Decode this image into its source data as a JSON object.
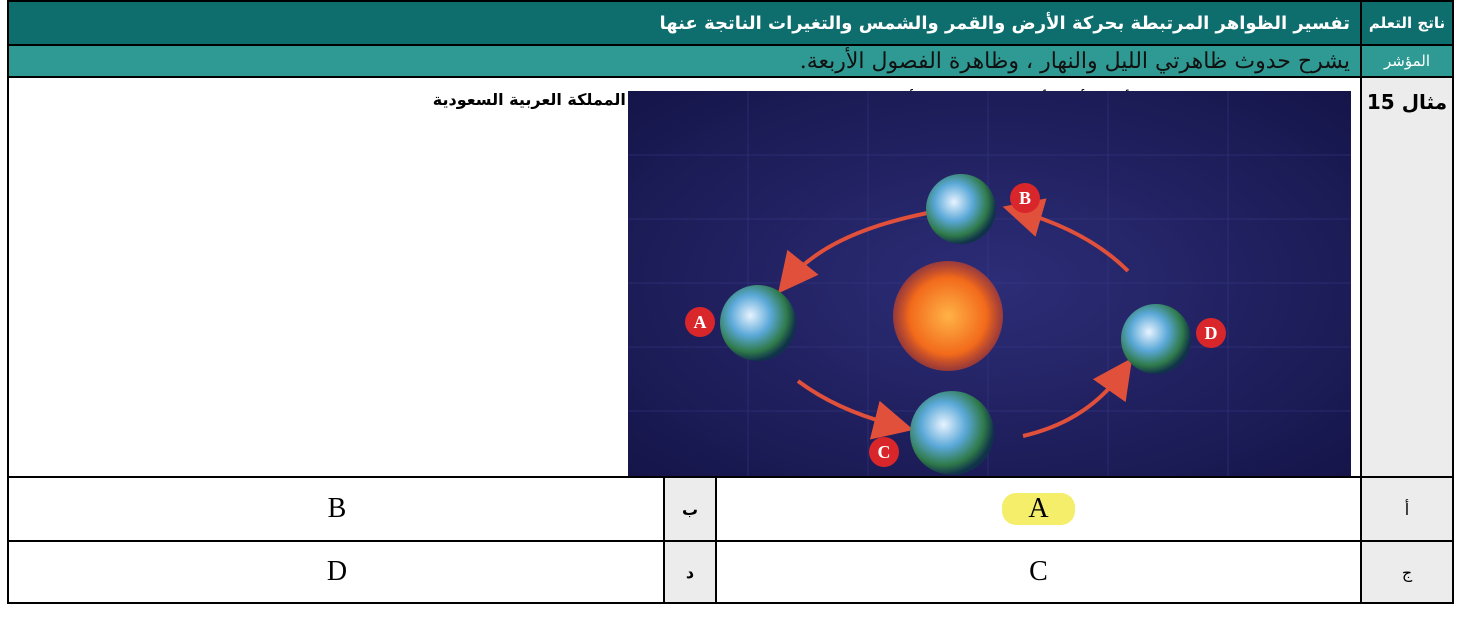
{
  "header": {
    "outcome_label": "ناتج التعلم",
    "outcome_text": "تفسير الظواهر المرتبطة بحركة الأرض والقمر والشمس والتغيرات الناتجة عنها",
    "indicator_label": "المؤشر",
    "indicator_text": "يشرح حدوث ظاهرتي الليل والنهار ، وظاهرة الفصول الأربعة."
  },
  "question": {
    "number_label": "مثال 15",
    "text": "تشير الصورة إلى الفصول الأربعة أي الأشكال يشير إلى أن الفصل صيف والوقت نهار لسكان المملكة العربية السعودية",
    "figure_labels": [
      "A",
      "B",
      "C",
      "D"
    ]
  },
  "options": [
    {
      "letter": "أ",
      "value": "A",
      "highlighted": true
    },
    {
      "letter": "ب",
      "value": "B",
      "highlighted": false
    },
    {
      "letter": "ج",
      "value": "C",
      "highlighted": false
    },
    {
      "letter": "د",
      "value": "D",
      "highlighted": false
    }
  ],
  "colors": {
    "outcome_bg": "#0e6d6d",
    "indicator_bg": "#2f9a93",
    "label_bg": "#ececec",
    "highlight": "#f4ee6a",
    "space_bg": "#1f1f5c",
    "sun": "#f26a1b",
    "arrow": "#e0503a",
    "badge": "#d8262b"
  },
  "icons": [
    "sun-icon",
    "earth-icon",
    "orbit-arrow-icon"
  ]
}
